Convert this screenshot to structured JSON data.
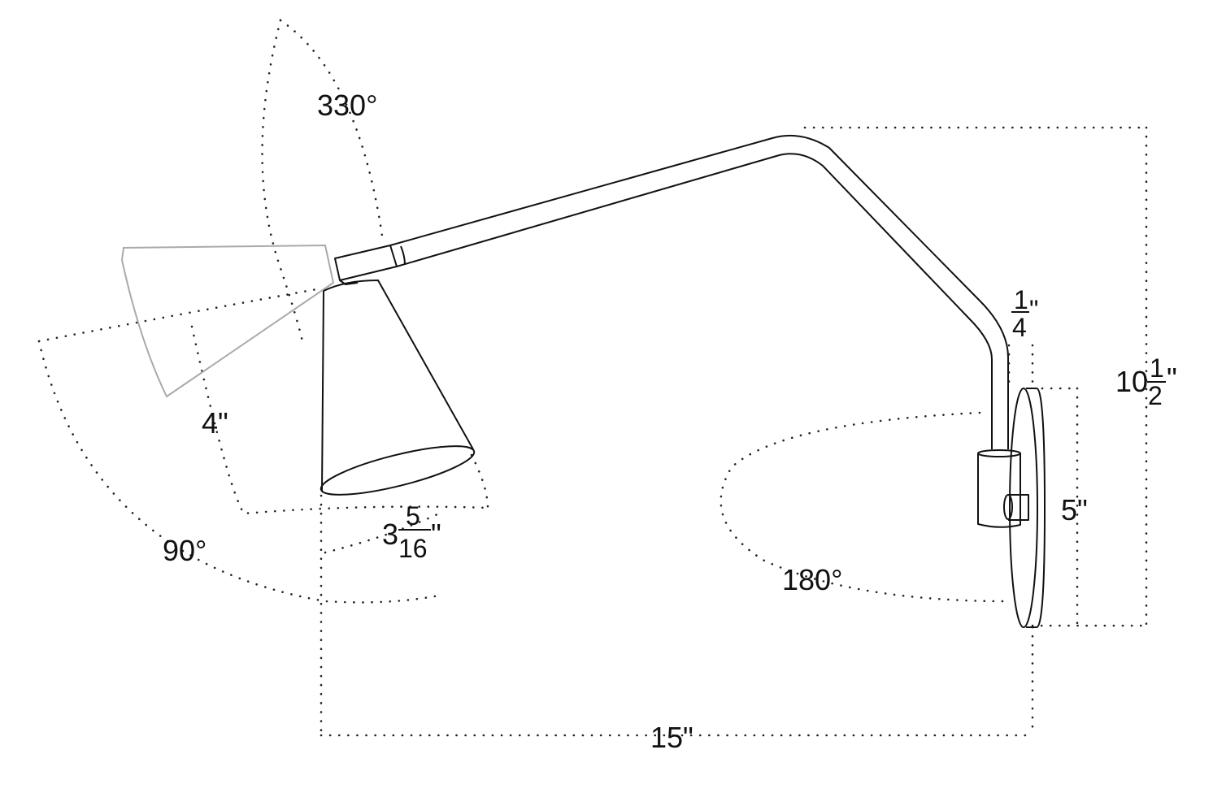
{
  "diagram": {
    "labels": {
      "rotation_shade_up": "330°",
      "rotation_shade_down": "90°",
      "rotation_arm": "180°",
      "shade_length": "4\"",
      "shade_diameter_whole": "3",
      "shade_diameter_num": "5",
      "shade_diameter_den": "16",
      "shade_diameter_unit": "\"",
      "tube_num": "1",
      "tube_den": "4",
      "tube_unit": "\"",
      "height_whole": "10",
      "height_num": "1",
      "height_den": "2",
      "height_unit": "\"",
      "backplate": "5\"",
      "extension": "15\""
    },
    "colors": {
      "line": "#111111",
      "ghost": "#aaaaaa"
    }
  }
}
